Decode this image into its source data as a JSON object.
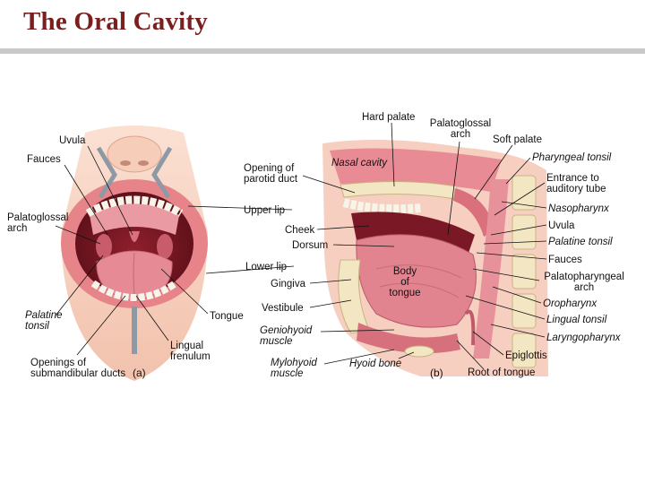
{
  "slide": {
    "title": "The Oral Cavity"
  },
  "figure": {
    "panel_a": {
      "tag": "(a)",
      "labels": [
        {
          "id": "uvula",
          "lines": [
            "Uvula"
          ]
        },
        {
          "id": "fauces",
          "lines": [
            "Fauces"
          ]
        },
        {
          "id": "palatoglossal-arch",
          "lines": [
            "Palatoglossal",
            "arch"
          ]
        },
        {
          "id": "palatine-tonsil",
          "lines": [
            "Palatine",
            "tonsil"
          ]
        },
        {
          "id": "openings-submandibular",
          "lines": [
            "Openings of",
            "submandibular ducts"
          ]
        },
        {
          "id": "lingual-frenulum",
          "lines": [
            "Lingual",
            "frenulum"
          ]
        },
        {
          "id": "tongue",
          "lines": [
            "Tongue"
          ]
        }
      ]
    },
    "middle_labels": [
      {
        "id": "opening-parotid",
        "lines": [
          "Opening of",
          "parotid duct"
        ]
      },
      {
        "id": "upper-lip",
        "lines": [
          "Upper lip"
        ]
      },
      {
        "id": "cheek",
        "lines": [
          "Cheek"
        ]
      },
      {
        "id": "dorsum",
        "lines": [
          "Dorsum"
        ]
      },
      {
        "id": "lower-lip",
        "lines": [
          "Lower lip"
        ]
      },
      {
        "id": "gingiva",
        "lines": [
          "Gingiva"
        ]
      },
      {
        "id": "vestibule",
        "lines": [
          "Vestibule"
        ]
      },
      {
        "id": "geniohyoid",
        "lines": [
          "Geniohyoid",
          "muscle"
        ]
      },
      {
        "id": "mylohyoid",
        "lines": [
          "Mylohyoid",
          "muscle"
        ]
      }
    ],
    "panel_b": {
      "tag": "(b)",
      "labels": [
        {
          "id": "hard-palate",
          "lines": [
            "Hard palate"
          ]
        },
        {
          "id": "palatoglossal-arch-b",
          "lines": [
            "Palatoglossal",
            "arch"
          ]
        },
        {
          "id": "soft-palate",
          "lines": [
            "Soft palate"
          ]
        },
        {
          "id": "nasal-cavity",
          "lines": [
            "Nasal cavity"
          ]
        },
        {
          "id": "pharyngeal-tonsil",
          "lines": [
            "Pharyngeal tonsil"
          ]
        },
        {
          "id": "entrance-auditory",
          "lines": [
            "Entrance to",
            "auditory tube"
          ]
        },
        {
          "id": "nasopharynx",
          "lines": [
            "Nasopharynx"
          ]
        },
        {
          "id": "uvula-b",
          "lines": [
            "Uvula"
          ]
        },
        {
          "id": "palatine-tonsil-b",
          "lines": [
            "Palatine tonsil"
          ]
        },
        {
          "id": "fauces-b",
          "lines": [
            "Fauces"
          ]
        },
        {
          "id": "palatopharyngeal-arch",
          "lines": [
            "Palatopharyngeal",
            "arch"
          ]
        },
        {
          "id": "oropharynx",
          "lines": [
            "Oropharynx"
          ]
        },
        {
          "id": "lingual-tonsil",
          "lines": [
            "Lingual tonsil"
          ]
        },
        {
          "id": "laryngopharynx",
          "lines": [
            "Laryngopharynx"
          ]
        },
        {
          "id": "epiglottis",
          "lines": [
            "Epiglottis"
          ]
        },
        {
          "id": "root-of-tongue",
          "lines": [
            "Root of tongue"
          ]
        },
        {
          "id": "hyoid-bone",
          "lines": [
            "Hyoid bone"
          ]
        },
        {
          "id": "body-of-tongue",
          "lines": [
            "Body",
            "of",
            "tongue"
          ]
        }
      ]
    }
  }
}
